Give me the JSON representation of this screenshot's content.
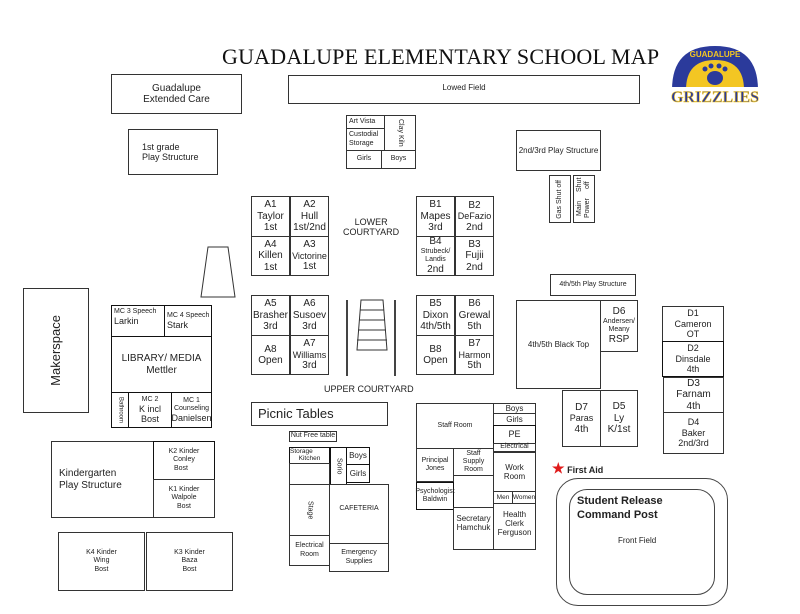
{
  "title": "GUADALUPE ELEMENTARY SCHOOL MAP",
  "logo": {
    "top_text": "GUADALUPE",
    "main_text": "GRIZZLIES",
    "icon": "bear-paw-icon",
    "colors": {
      "blue": "#2b3a9b",
      "gold": "#f3c623"
    }
  },
  "top": {
    "extended_care": [
      "Guadalupe",
      "Extended Care"
    ],
    "lowed_field": "Lowed Field",
    "first_grade_play": [
      "1st grade",
      "Play Structure"
    ],
    "art_vista": "Art Vista",
    "custodial": [
      "Custodial",
      "Storage"
    ],
    "clay_kiln": "Clay Kiln",
    "girls": "Girls",
    "boys": "Boys",
    "play_23": "2nd/3rd Play Structure",
    "gas_shutoff": "Gas Shut off",
    "main_power": [
      "Main Power",
      "Shut off"
    ]
  },
  "courtyards": {
    "lower": [
      "LOWER",
      "COURTYARD"
    ],
    "upper": "UPPER COURTYARD"
  },
  "rooms_a": [
    {
      "id": "A1",
      "teacher": "Taylor",
      "grade": "1st"
    },
    {
      "id": "A2",
      "teacher": "Hull",
      "grade": "1st/2nd"
    },
    {
      "id": "A4",
      "teacher": "Killen",
      "grade": "1st"
    },
    {
      "id": "A3",
      "teacher": "Victorine",
      "grade": "1st"
    },
    {
      "id": "A5",
      "teacher": "Brasher",
      "grade": "3rd"
    },
    {
      "id": "A6",
      "teacher": "Susoev",
      "grade": "3rd"
    },
    {
      "id": "A8",
      "teacher": "Open",
      "grade": ""
    },
    {
      "id": "A7",
      "teacher": "Williams",
      "grade": "3rd"
    }
  ],
  "rooms_b": [
    {
      "id": "B1",
      "teacher": "Mapes",
      "grade": "3rd"
    },
    {
      "id": "B2",
      "teacher": "DeFazio",
      "grade": "2nd"
    },
    {
      "id": "B4",
      "teacher": "Strubeck/ Landis",
      "grade": "2nd"
    },
    {
      "id": "B3",
      "teacher": "Fujii",
      "grade": "2nd"
    },
    {
      "id": "B5",
      "teacher": "Dixon",
      "grade": "4th/5th"
    },
    {
      "id": "B6",
      "teacher": "Grewal",
      "grade": "5th"
    },
    {
      "id": "B8",
      "teacher": "Open",
      "grade": ""
    },
    {
      "id": "B7",
      "teacher": "Harmon",
      "grade": "5th"
    }
  ],
  "library": {
    "makerspace": "Makerspace",
    "mc3": {
      "label": "MC 3   Speech",
      "name": "Larkin"
    },
    "mc4": {
      "label": "MC 4 Speech",
      "name": "Stark"
    },
    "main": [
      "LIBRARY/ MEDIA",
      "Mettler"
    ],
    "bathroom": "Bathroom",
    "mc2": [
      "MC 2",
      "K incl",
      "Bost"
    ],
    "mc1": [
      "MC 1",
      "Counseling",
      "Danielsen"
    ]
  },
  "east": {
    "play_45": "4th/5th Play Structure",
    "blacktop": "4th/5th Black Top",
    "d6": [
      "D6",
      "Andersen/",
      "Meany",
      "RSP"
    ],
    "d1": [
      "D1",
      "Cameron",
      "OT"
    ],
    "d2": [
      "D2",
      "Dinsdale",
      "4th"
    ],
    "d3": [
      "D3",
      "Farnam",
      "4th"
    ],
    "d4": [
      "D4",
      "Baker",
      "2nd/3rd"
    ],
    "d7": [
      "D7",
      "Paras",
      "4th"
    ],
    "d5": [
      "D5",
      "Ly",
      "K/1st"
    ],
    "first_aid": "First Aid",
    "first_aid_color": "#e01b1b",
    "release": [
      "Student Release",
      "Command Post"
    ],
    "front_field": "Front Field"
  },
  "cafeteria": {
    "picnic": "Picnic Tables",
    "nut_free": "Nut Free table",
    "storage": "Storage",
    "kitchen": "Kitchen",
    "sorio": "Sorio",
    "boys": "Boys",
    "girls": "Girls",
    "stage": "Stage",
    "cafeteria": "CAFETERIA",
    "electrical": [
      "Electrical",
      "Room"
    ],
    "emergency": [
      "Emergency",
      "Supplies"
    ]
  },
  "office": {
    "staff_room": "Staff Room",
    "boys": "Boys",
    "girls": "Girls",
    "pe": "PE",
    "electrical": "Electrical",
    "principal": [
      "Principal",
      "Jones"
    ],
    "supply": [
      "Staff",
      "Supply",
      "Room"
    ],
    "work": [
      "Work",
      "Room"
    ],
    "psych": [
      "Psychologist",
      "Baldwin"
    ],
    "men": "Men",
    "women": "Women",
    "secretary": [
      "Secretary",
      "Hamchuk"
    ],
    "health": [
      "Health Clerk",
      "Ferguson"
    ]
  },
  "kinder": {
    "play": [
      "Kindergarten",
      "Play Structure"
    ],
    "k2": [
      "K2 Kinder",
      "Conley",
      "Bost"
    ],
    "k1": [
      "K1 Kinder",
      "Walpole",
      "Bost"
    ],
    "k4": [
      "K4 Kinder",
      "Wing",
      "Bost"
    ],
    "k3": [
      "K3 Kinder",
      "Baza",
      "Bost"
    ]
  }
}
